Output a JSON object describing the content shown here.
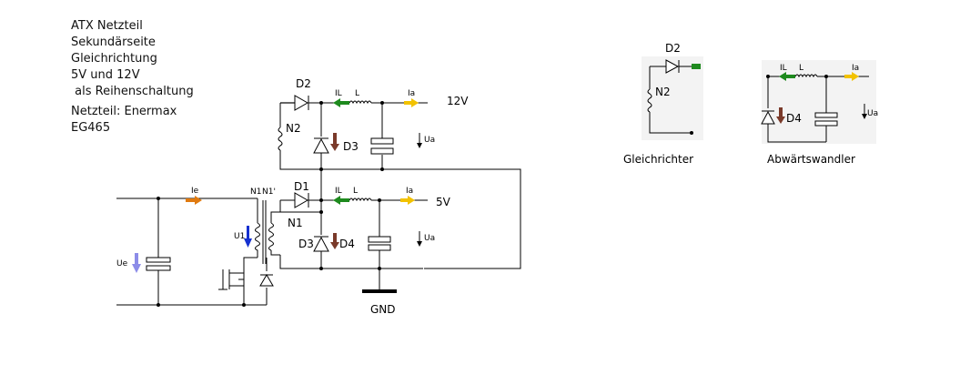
{
  "notes": {
    "lines": [
      "ATX Netzteil",
      "Sekundärseite",
      "Gleichrichtung",
      "5V und 12V",
      " als Reihenschaltung"
    ],
    "vendor_lines": [
      "Netzteil: Enermax",
      "EG465"
    ]
  },
  "main": {
    "d2": "D2",
    "d1": "D1",
    "d3_top": "D3",
    "d3_bot": "D3",
    "d4_bot": "D4",
    "n2": "N2",
    "n1": "N1",
    "n1_top": "N1",
    "n1p_top": "N1'",
    "il_top": "IL",
    "l_top": "L",
    "ia_top": "Ia",
    "il_bot": "IL",
    "l_bot": "L",
    "ia_bot": "Ia",
    "ua_top": "Ua",
    "ua_bot": "Ua",
    "v12": "12V",
    "v5": "5V",
    "ie": "Ie",
    "ue": "Ue",
    "u1": "U1",
    "gnd": "GND"
  },
  "gleichrichter": {
    "title": "Gleichrichter",
    "d2": "D2",
    "n2": "N2"
  },
  "abwaerts": {
    "title": "Abwärtswandler",
    "il": "IL",
    "l": "L",
    "ia": "Ia",
    "d4": "D4",
    "ua": "Ua"
  },
  "colors": {
    "green": "#1e8a1e",
    "yellow": "#f2c200",
    "orange": "#e07a10",
    "brown": "#7a3a2a",
    "blue": "#1530d0",
    "lavender": "#8c8ce8"
  }
}
